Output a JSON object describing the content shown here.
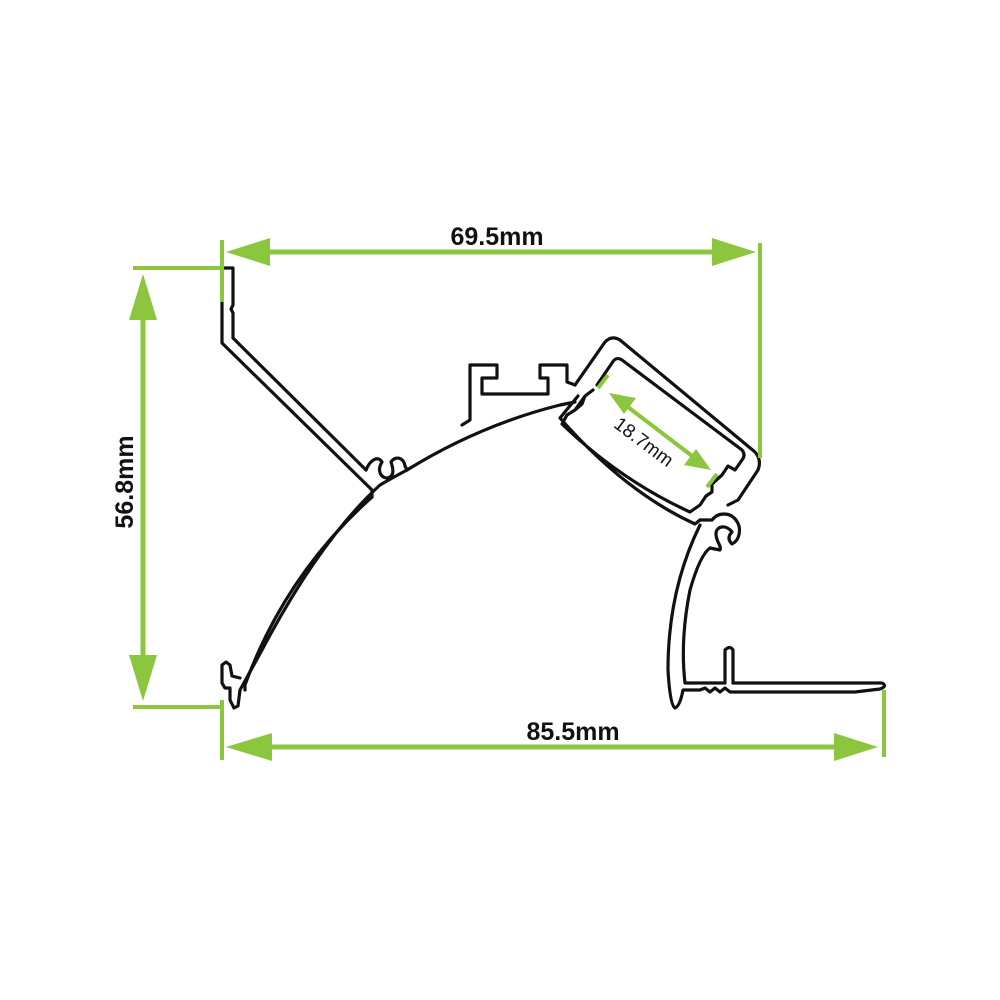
{
  "colors": {
    "dimension": "#8cc63f",
    "profile": "#111111",
    "background": "#ffffff"
  },
  "dimensions": {
    "top_width": "69.5mm",
    "height": "56.8mm",
    "bottom_width": "85.5mm",
    "led_channel_width": "18.7mm"
  }
}
